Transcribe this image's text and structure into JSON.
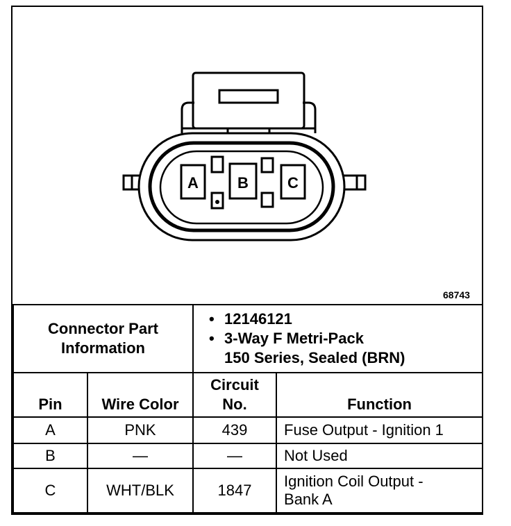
{
  "diagram": {
    "pin_letters": [
      "A",
      "B",
      "C"
    ],
    "figure_number": "68743"
  },
  "info": {
    "label_line1": "Connector Part",
    "label_line2": "Information",
    "bullet": "•",
    "part_number": "12146121",
    "desc_line1": "3-Way F Metri-Pack",
    "desc_line2": "150 Series, Sealed (BRN)"
  },
  "headers": {
    "pin": "Pin",
    "wire_color": "Wire Color",
    "circuit_line1": "Circuit",
    "circuit_line2": "No.",
    "function": "Function"
  },
  "rows": [
    {
      "pin": "A",
      "wire_color": "PNK",
      "circuit": "439",
      "function_line1": "Fuse Output - Ignition 1",
      "function_line2": ""
    },
    {
      "pin": "B",
      "wire_color": "—",
      "circuit": "—",
      "function_line1": "Not Used",
      "function_line2": ""
    },
    {
      "pin": "C",
      "wire_color": "WHT/BLK",
      "circuit": "1847",
      "function_line1": "Ignition Coil Output -",
      "function_line2": "Bank A"
    }
  ]
}
